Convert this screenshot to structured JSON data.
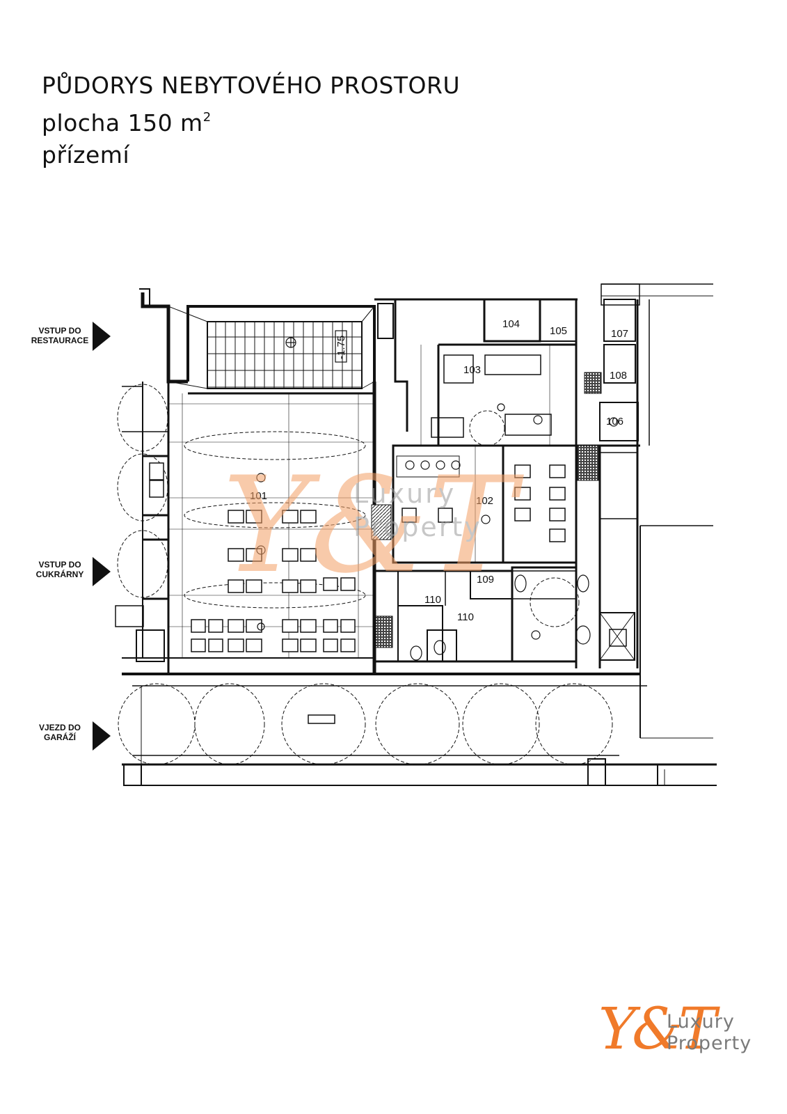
{
  "title": {
    "line1": "PŮDORYS NEBYTOVÉHO PROSTORU",
    "area_prefix": "plocha 150 m",
    "area_exp": "2",
    "line3": "přízemí"
  },
  "entrances": [
    {
      "line1": "VSTUP DO",
      "line2": "RESTAURACE"
    },
    {
      "line1": "VSTUP DO",
      "line2": "CUKRÁRNY"
    },
    {
      "line1": "VJEZD DO",
      "line2": "GARÁŽÍ"
    }
  ],
  "rooms": [
    "101",
    "102",
    "103",
    "104",
    "105",
    "106",
    "107",
    "108",
    "109",
    "110",
    "110"
  ],
  "annotations": {
    "stair_level": "-1.75"
  },
  "watermark": {
    "line1": "Luxury",
    "line2": "Property"
  },
  "logo": {
    "brand": "Y&T",
    "line1": "Luxury",
    "line2": "Property"
  },
  "colors": {
    "accent": "#f07a2a",
    "plan_line": "#111111",
    "logo_text": "#7a7a7a"
  }
}
